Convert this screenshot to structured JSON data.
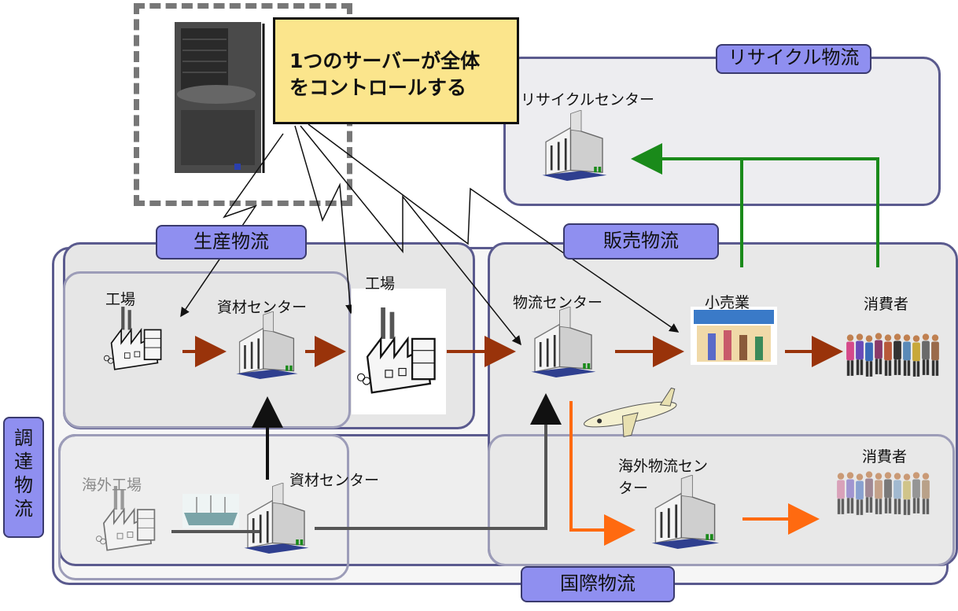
{
  "callout": {
    "line1": "1つのサーバーが全体",
    "line2": "をコントロールする"
  },
  "tags": {
    "recycling": "リサイクル物流",
    "production": "生産物流",
    "sales": "販売物流",
    "procurement": [
      "調",
      "達",
      "物",
      "流"
    ],
    "international": "国際物流"
  },
  "labels": {
    "recycle_center": "リサイクルセンター",
    "factory1": "工場",
    "material_center1": "資材センター",
    "factory2": "工場",
    "logistics_center": "物流センター",
    "retail": "小売業",
    "consumer1": "消費者",
    "overseas_factory": "海外工場",
    "material_center2": "資材センター",
    "overseas_center_line1": "海外物流セン",
    "overseas_center_line2": "ター",
    "consumer2": "消費者"
  },
  "colors": {
    "production_flow": "#99330a",
    "recycle_flow": "#1a8a1a",
    "international_flow": "#ff6a10",
    "procurement_flow": "#111111",
    "tag_fill": "#8f8ff0",
    "callout_fill": "#fbe58c"
  },
  "icons": [
    "server-icon",
    "factory-icon",
    "warehouse-icon",
    "retail-store-icon",
    "people-group-icon",
    "ship-icon",
    "airplane-icon"
  ]
}
